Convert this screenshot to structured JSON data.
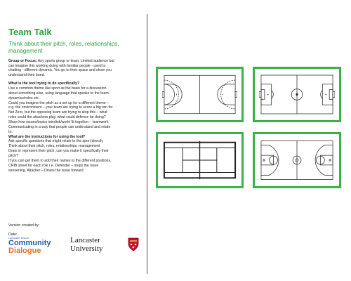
{
  "header": {
    "title": "Team Talk",
    "subtitle_line1": "Think about their pitch, roles, relationships,",
    "subtitle_line2": "management"
  },
  "body": {
    "focus_label": "Group or Focus:",
    "focus_text_1": " Any sports group or team. Limited audience but",
    "focus_line2": "can imagine this working doing with familiar people - used to",
    "focus_line3": "chatting - different dynamic. You go to their space and show you",
    "focus_line4": "understand their bond.",
    "q1_heading": "What is the tool trying to do specifically?",
    "q1_lines": [
      "Use a common theme like sport as the basis for a discussion",
      "about something else, using language that speaks to the team",
      "dynamics/roles etc.",
      "Could you imagine the pitch as a set up for a different theme –",
      "e.g. the environment – your team are trying to score a big win for",
      "Net Zero, but the opposing team are trying to stop this – what",
      "roles could the attackers play, what could defence be doing?",
      "Show how issues/topics interlink/work/ fit together – teamwork",
      "Communicating in a way that people can understand and relate",
      "to."
    ],
    "q2_heading": "What are the instructions for using the tool?",
    "q2_lines": [
      "Ask specific questions that might relate to the sport directly",
      "Think about their pitch, roles, relationships, management",
      "Draw or represent their pitch, can you make it specifically their",
      "pitch?",
      "If you can get them to add their names to the different positions.",
      "CRIB sheet for each role i.e. Defender – stops the issue",
      "worsening, Attacker – Drives the issue forward"
    ]
  },
  "footer": {
    "version_label": "Version created by:",
    "date_label": "Date:",
    "cd_logo_small": "Lancaster District",
    "cd_logo_line1": "Community",
    "cd_logo_line2": "Dialogue",
    "lu_logo_line1": "Lancaster",
    "lu_logo_line2": "University"
  },
  "pitches": [
    {
      "sport": "handball-court"
    },
    {
      "sport": "football-pitch"
    },
    {
      "sport": "tennis-court"
    },
    {
      "sport": "basketball-court"
    }
  ],
  "colors": {
    "accent_green": "#3bb14a",
    "title_green": "#2e9e3f",
    "community_blue": "#1f5fae",
    "dialogue_orange": "#e5702a",
    "crest_red": "#c8102e"
  }
}
